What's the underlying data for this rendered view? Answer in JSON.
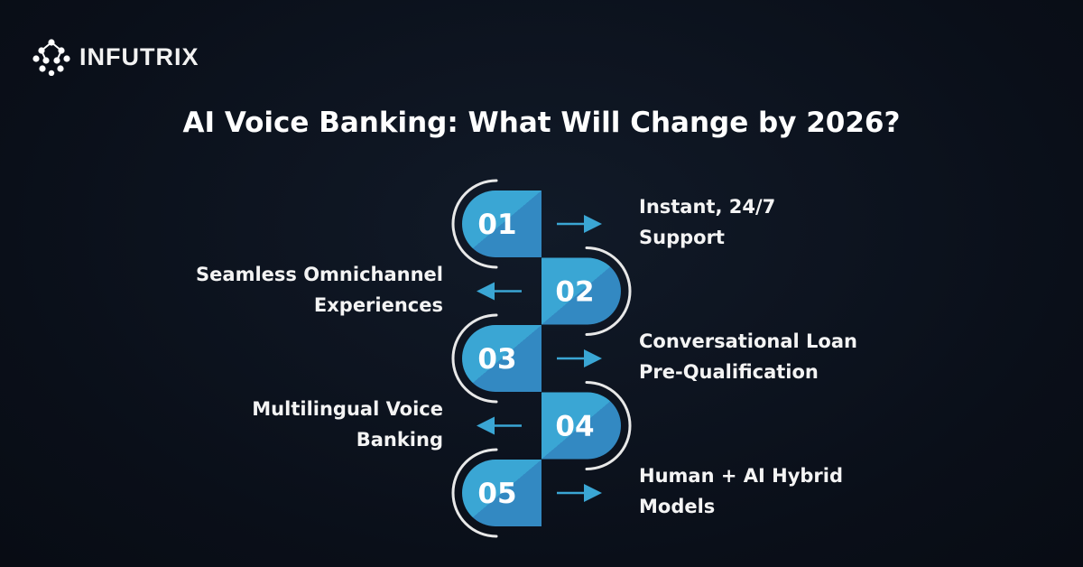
{
  "brand": {
    "name": "INFUTRIX"
  },
  "title": "AI Voice Banking: What Will Change by 2026?",
  "colors": {
    "accent": "#3aa6d4",
    "accent_dark": "#2f7fb8",
    "background": "#0a0f19"
  },
  "steps": [
    {
      "number": "01",
      "label": "Instant, 24/7\nSupport"
    },
    {
      "number": "02",
      "label": "Seamless Omnichannel\nExperiences"
    },
    {
      "number": "03",
      "label": "Conversational Loan\nPre-Qualification"
    },
    {
      "number": "04",
      "label": "Multilingual Voice\nBanking"
    },
    {
      "number": "05",
      "label": "Human + AI Hybrid\nModels"
    }
  ]
}
